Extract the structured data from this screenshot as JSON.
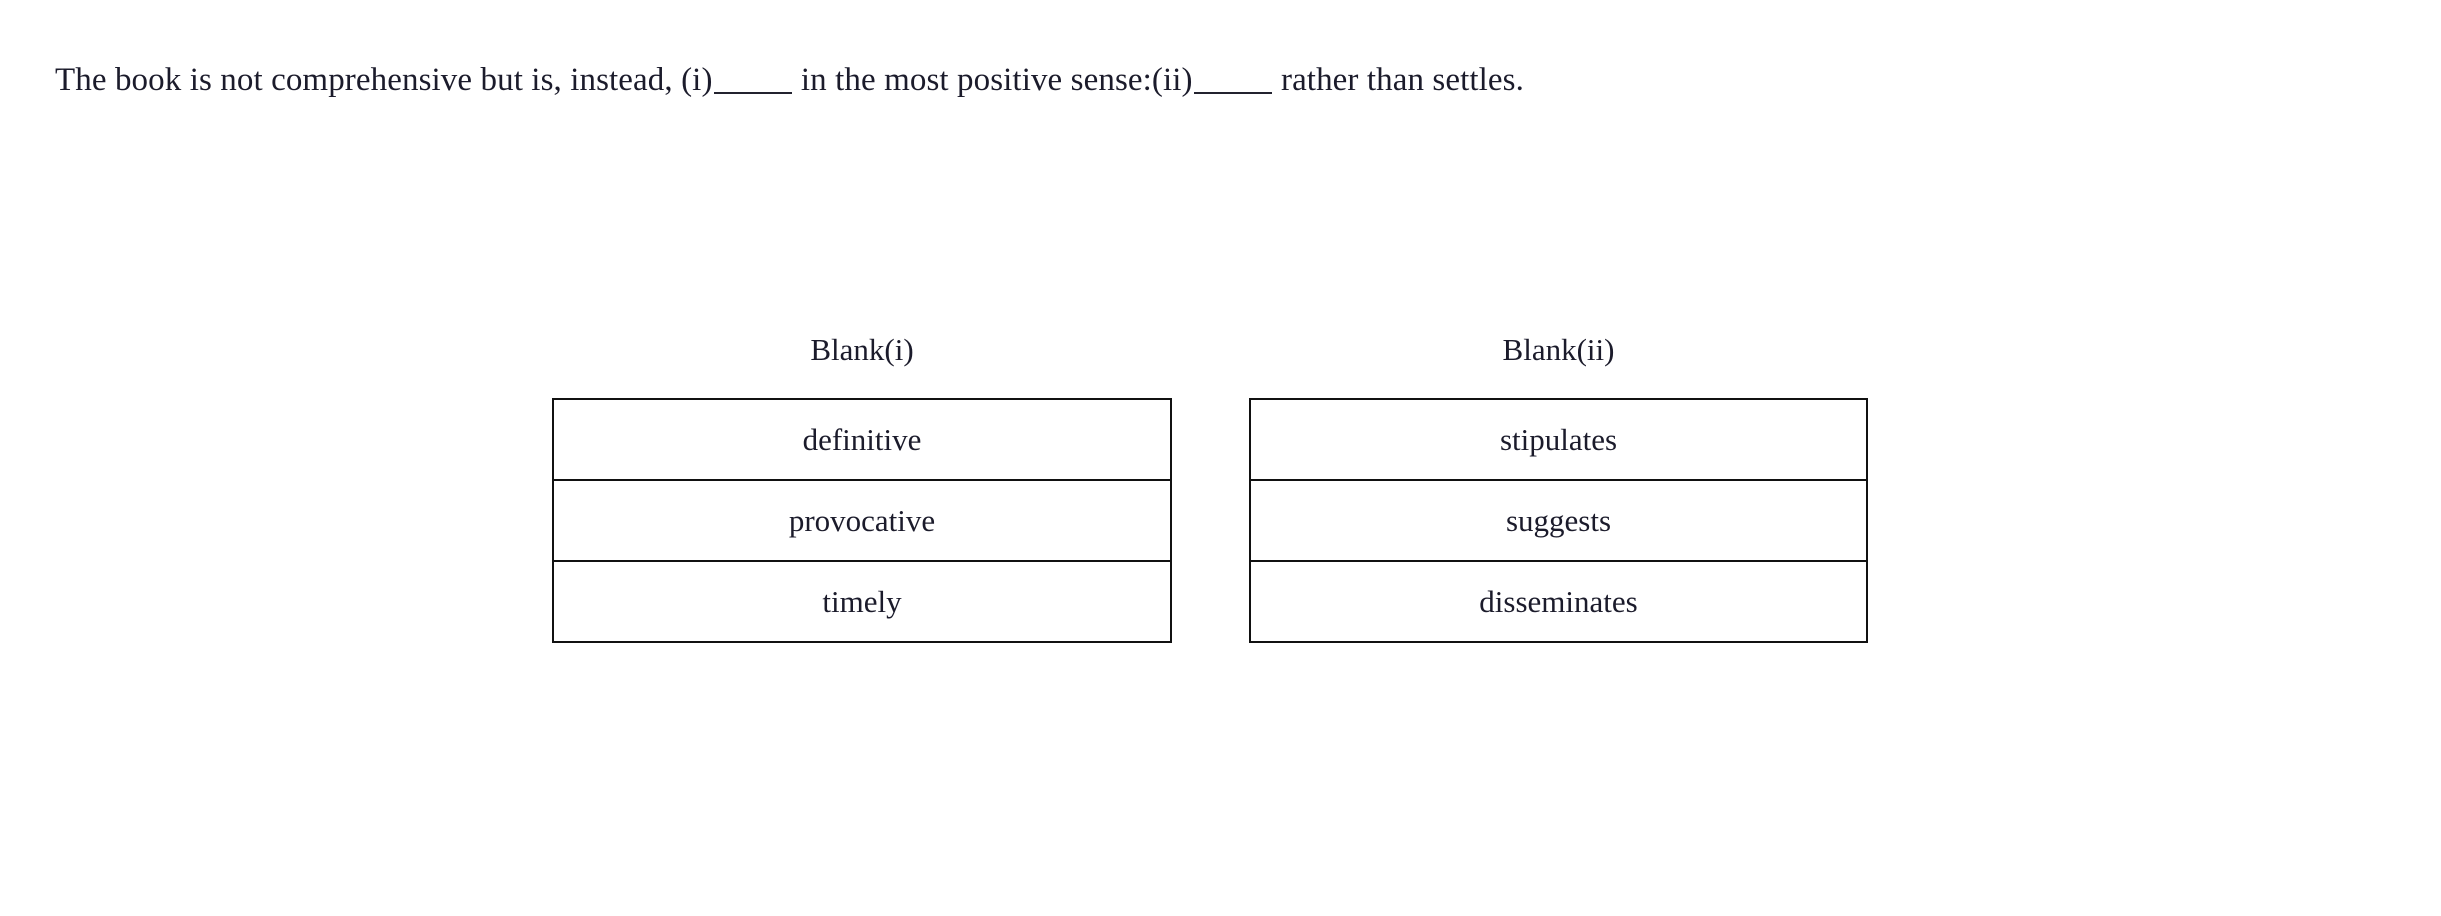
{
  "question": {
    "segments": [
      {
        "type": "text",
        "value": "The book is not comprehensive but is, instead, (i)"
      },
      {
        "type": "blank",
        "value": "______"
      },
      {
        "type": "text",
        "value": " in the most positive sense:(ii)"
      },
      {
        "type": "blank",
        "value": "______"
      },
      {
        "type": "text",
        "value": " rather than settles."
      }
    ],
    "full_text": "The book is not comprehensive but is, instead, (i)______ in the most positive sense:(ii)______ rather than settles.",
    "part1": "The book is not comprehensive but is, instead, (i)",
    "part2": " in the most positive sense:(ii)",
    "part3": " rather than settles."
  },
  "blanks": [
    {
      "heading": "Blank(i)",
      "options": [
        {
          "label": "definitive"
        },
        {
          "label": "provocative"
        },
        {
          "label": "timely"
        }
      ]
    },
    {
      "heading": "Blank(ii)",
      "options": [
        {
          "label": "stipulates"
        },
        {
          "label": "suggests"
        },
        {
          "label": "disseminates"
        }
      ]
    }
  ],
  "colors": {
    "text": "#1b1b2b",
    "border": "#111111",
    "background": "#ffffff"
  }
}
